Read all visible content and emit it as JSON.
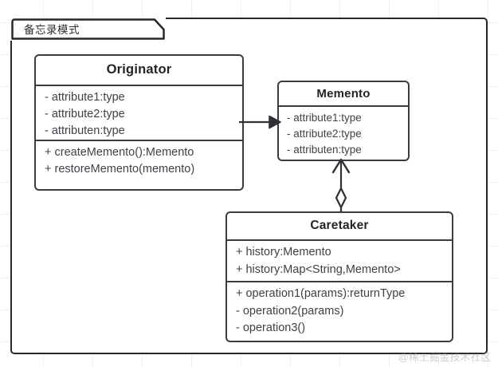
{
  "diagram": {
    "frame_label": "备忘录模式",
    "watermark": "@稀土掘金技术社区",
    "frame_border_color": "#27292e",
    "class_border_color": "#3a3c42",
    "text_color": "#3f4146",
    "background_color": "#ffffff"
  },
  "classes": {
    "originator": {
      "name": "Originator",
      "attributes": [
        "- attribute1:type",
        "- attribute2:type",
        "- attributen:type"
      ],
      "operations": [
        "+ createMemento():Memento",
        "+ restoreMemento(memento)"
      ]
    },
    "memento": {
      "name": "Memento",
      "attributes": [
        "- attribute1:type",
        "- attribute2:type",
        "- attributen:type"
      ],
      "operations": []
    },
    "caretaker": {
      "name": "Caretaker",
      "attributes": [
        "+ history:Memento",
        "+ history:Map<String,Memento>"
      ],
      "operations": [
        "+ operation1(params):returnType",
        "- operation2(params)",
        "- operation3()"
      ]
    }
  },
  "relationships": [
    {
      "id": "originator-to-memento",
      "from": "Originator",
      "to": "Memento",
      "type": "dependency",
      "arrow_head": "solid-filled-arrow",
      "label": ""
    },
    {
      "id": "caretaker-to-memento",
      "from": "Caretaker",
      "to": "Memento",
      "type": "aggregation",
      "arrow_head": "open-arrow",
      "tail_marker": "hollow-diamond",
      "label": ""
    }
  ]
}
